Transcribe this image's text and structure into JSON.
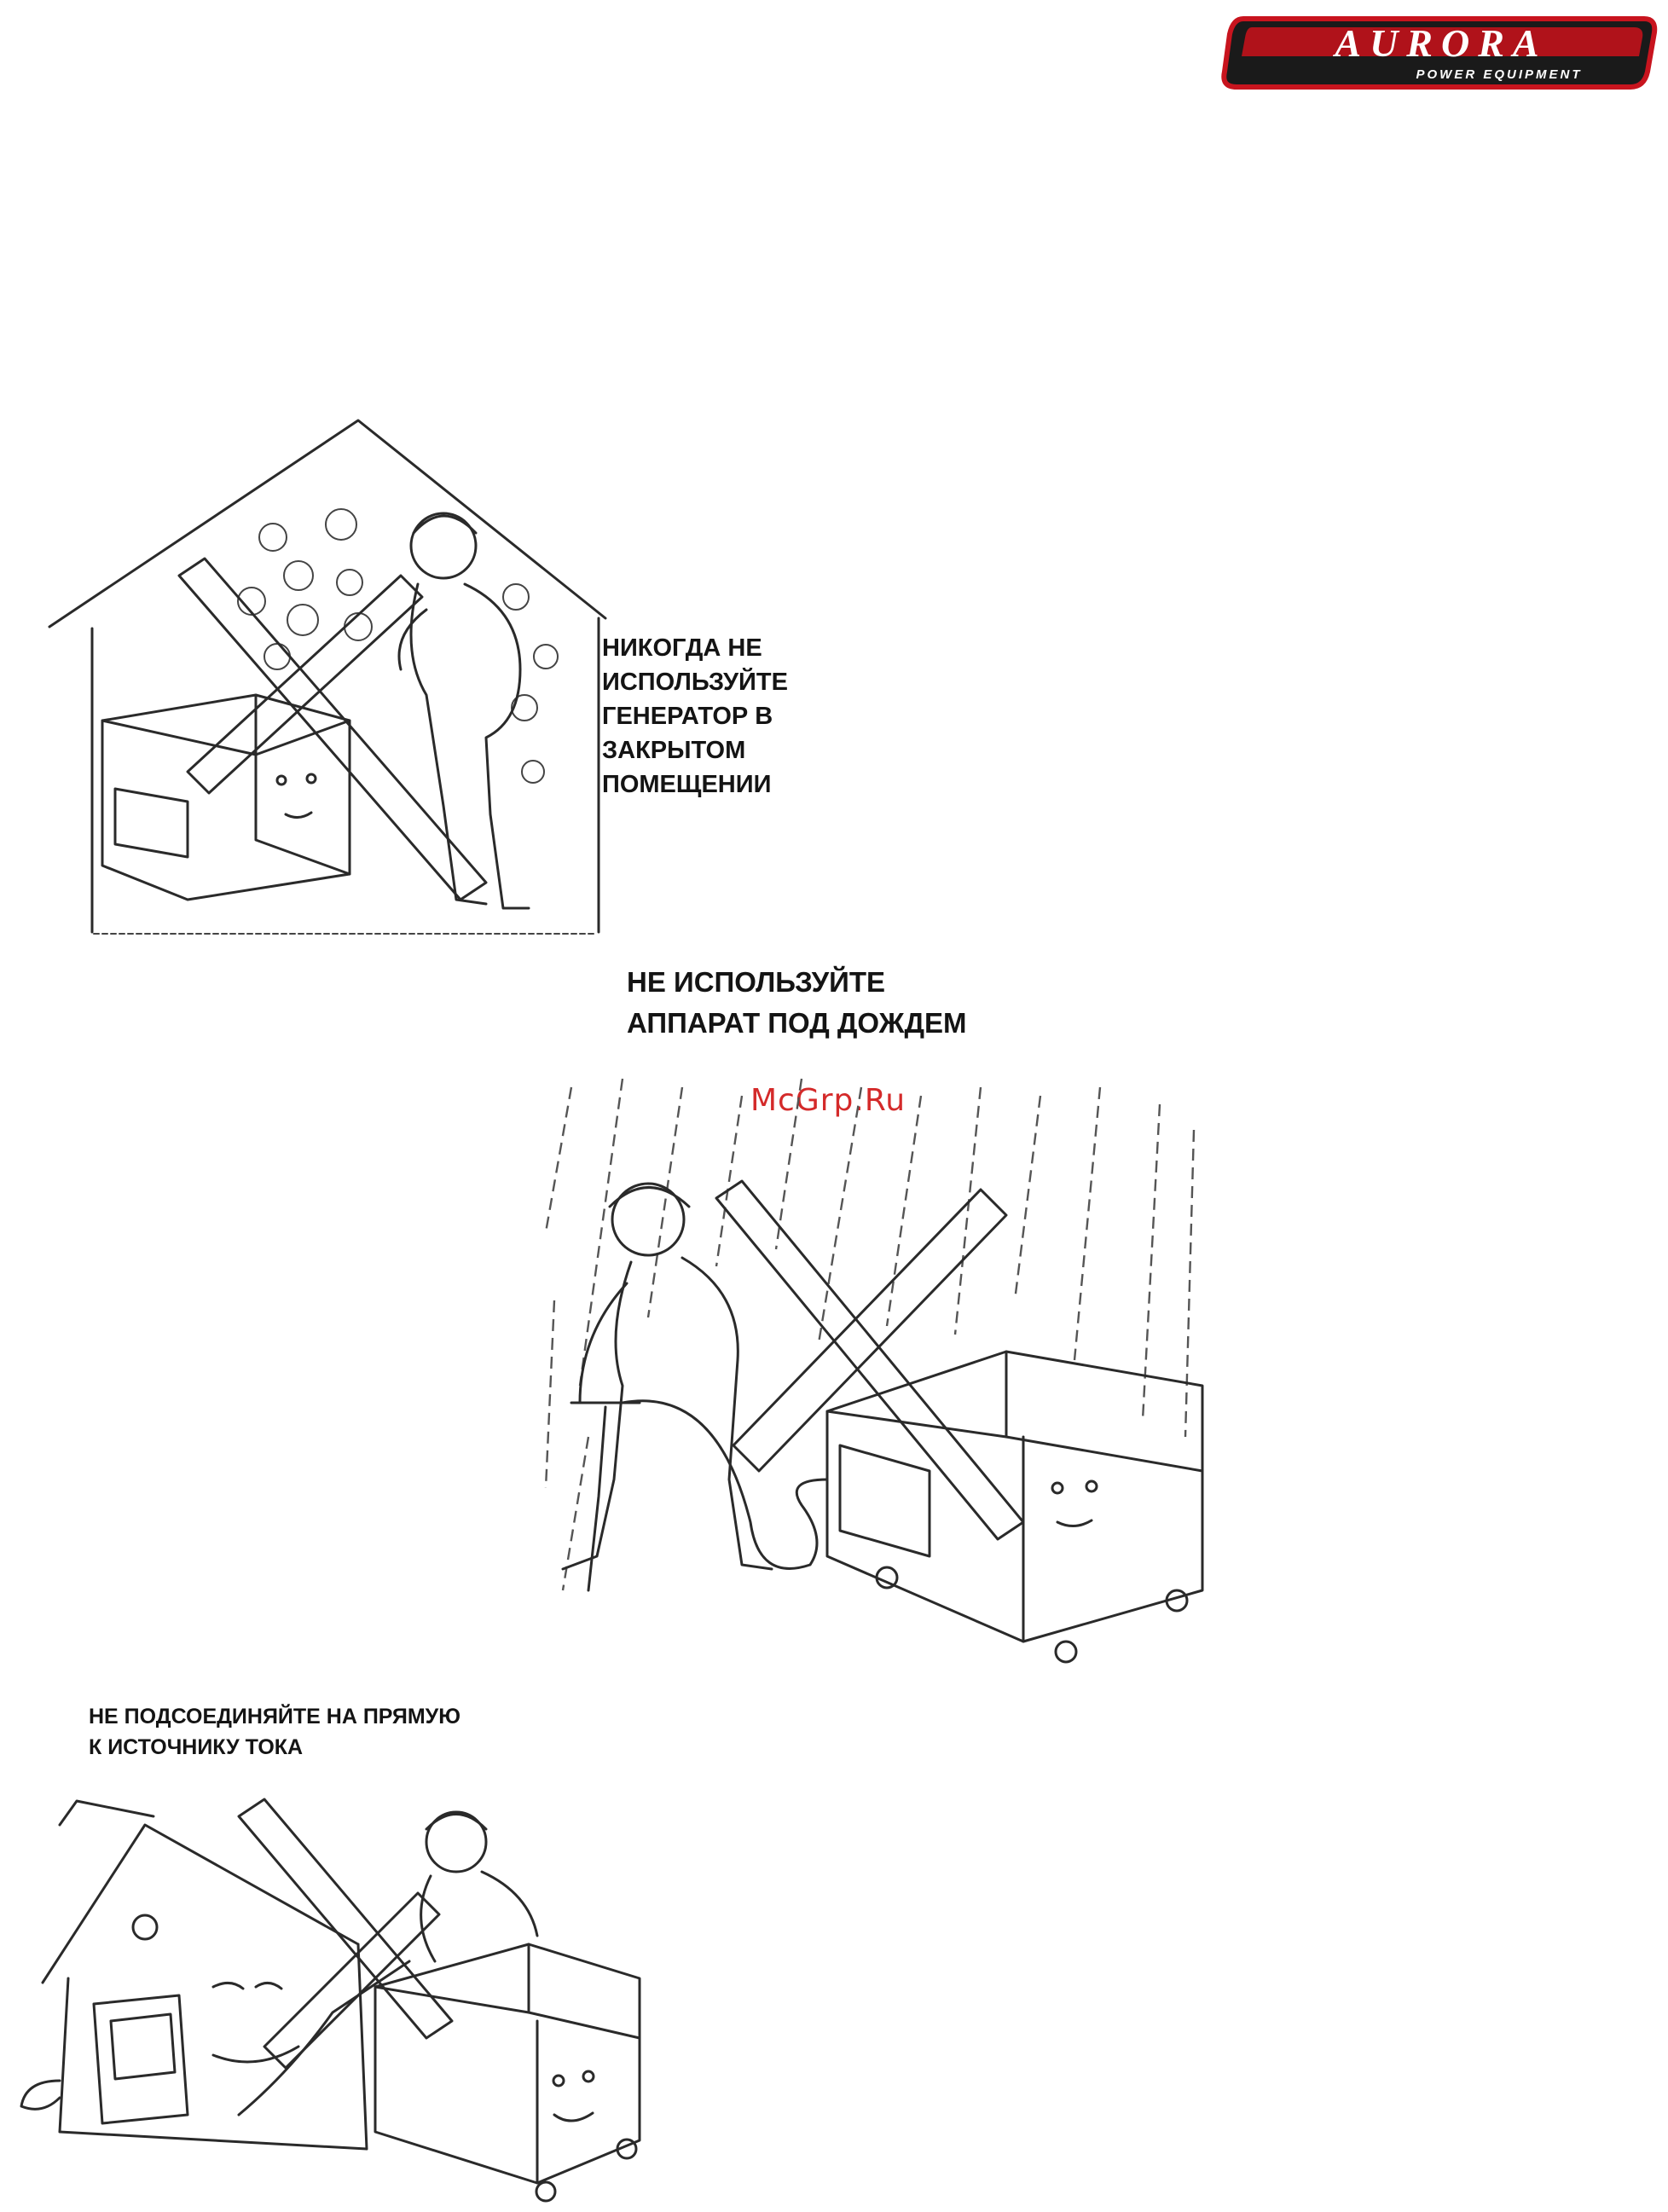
{
  "logo": {
    "brand": "AURORA",
    "tagline": "POWER EQUIPMENT"
  },
  "warnings": [
    {
      "lines": [
        "НИКОГДА НЕ",
        "ИСПОЛЬЗУЙТЕ",
        "ГЕНЕРАТОР В",
        "ЗАКРЫТОМ",
        "ПОМЕЩЕНИИ"
      ]
    },
    {
      "lines": [
        "НЕ ИСПОЛЬЗУЙТЕ",
        "АППАРАТ ПОД ДОЖДЕМ"
      ]
    },
    {
      "lines": [
        "НЕ ПОДСОЕДИНЯЙТЕ НА ПРЯМУЮ",
        "К ИСТОЧНИКУ ТОКА"
      ]
    }
  ],
  "watermark": "McGrp.Ru"
}
